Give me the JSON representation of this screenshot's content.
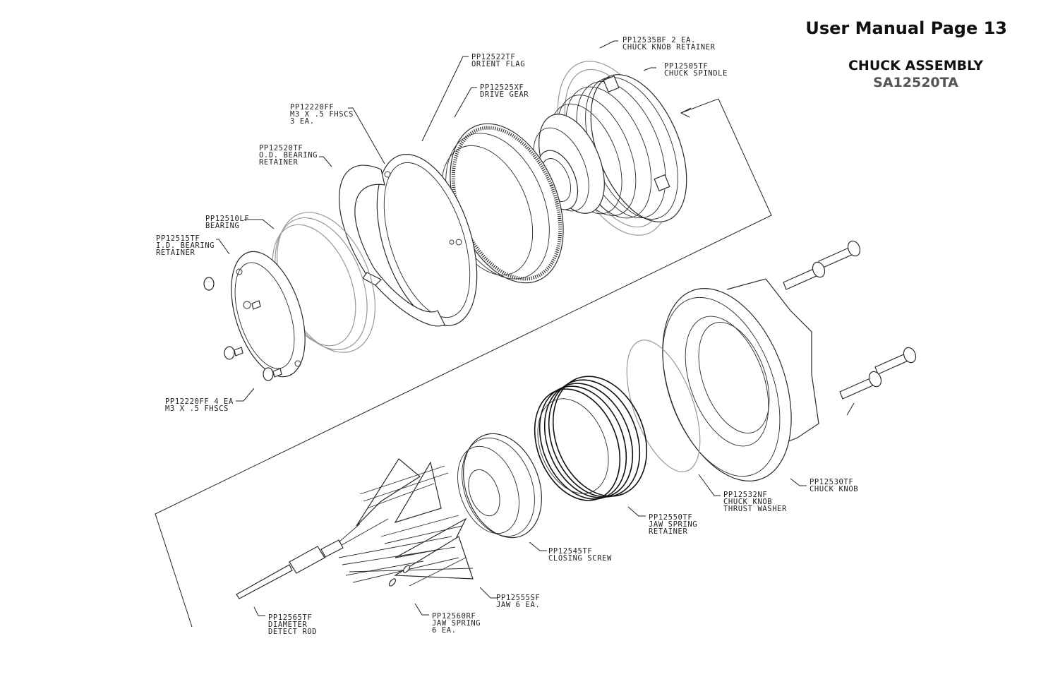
{
  "header": {
    "page_title": "User Manual Page 13",
    "assembly_title": "CHUCK ASSEMBLY",
    "assembly_number": "SA12520TA"
  },
  "callouts": [
    {
      "id": "c0",
      "lines": [
        "PP12535BF     2 EA.",
        "CHUCK KNOB RETAINER"
      ]
    },
    {
      "id": "c1",
      "lines": [
        "PP12505TF",
        "CHUCK SPINDLE"
      ]
    },
    {
      "id": "c2",
      "lines": [
        "PP12522TF",
        "ORIENT FLAG"
      ]
    },
    {
      "id": "c3",
      "lines": [
        "PP12525XF",
        "DRIVE GEAR"
      ]
    },
    {
      "id": "c4",
      "lines": [
        "PP12220FF",
        "M3 X .5 FHSCS",
        "3 EA."
      ]
    },
    {
      "id": "c5",
      "lines": [
        "PP12520TF",
        "O.D. BEARING",
        "RETAINER"
      ]
    },
    {
      "id": "c6",
      "lines": [
        "PP12510LF",
        "BEARING"
      ]
    },
    {
      "id": "c7",
      "lines": [
        "PP12515TF",
        "I.D. BEARING",
        "RETAINER"
      ]
    },
    {
      "id": "c8",
      "lines": [
        "PP12220FF 4 EA",
        "M3 X .5 FHSCS"
      ]
    },
    {
      "id": "c9",
      "lines": [
        "PP12530TF",
        "CHUCK KNOB"
      ]
    },
    {
      "id": "c10",
      "lines": [
        "PP12532NF",
        "CHUCK KNOB",
        "THRUST WASHER"
      ]
    },
    {
      "id": "c11",
      "lines": [
        "PP12550TF",
        "JAW SPRING",
        "RETAINER"
      ]
    },
    {
      "id": "c12",
      "lines": [
        "PP12545TF",
        "CLOSING SCREW"
      ]
    },
    {
      "id": "c13",
      "lines": [
        "PP12555SF",
        "JAW  6 EA."
      ]
    },
    {
      "id": "c14",
      "lines": [
        "PP12560RF",
        "JAW SPRING",
        "6 EA."
      ]
    },
    {
      "id": "c15",
      "lines": [
        "PP12565TF",
        "DIAMETER",
        "DETECT ROD"
      ]
    }
  ]
}
